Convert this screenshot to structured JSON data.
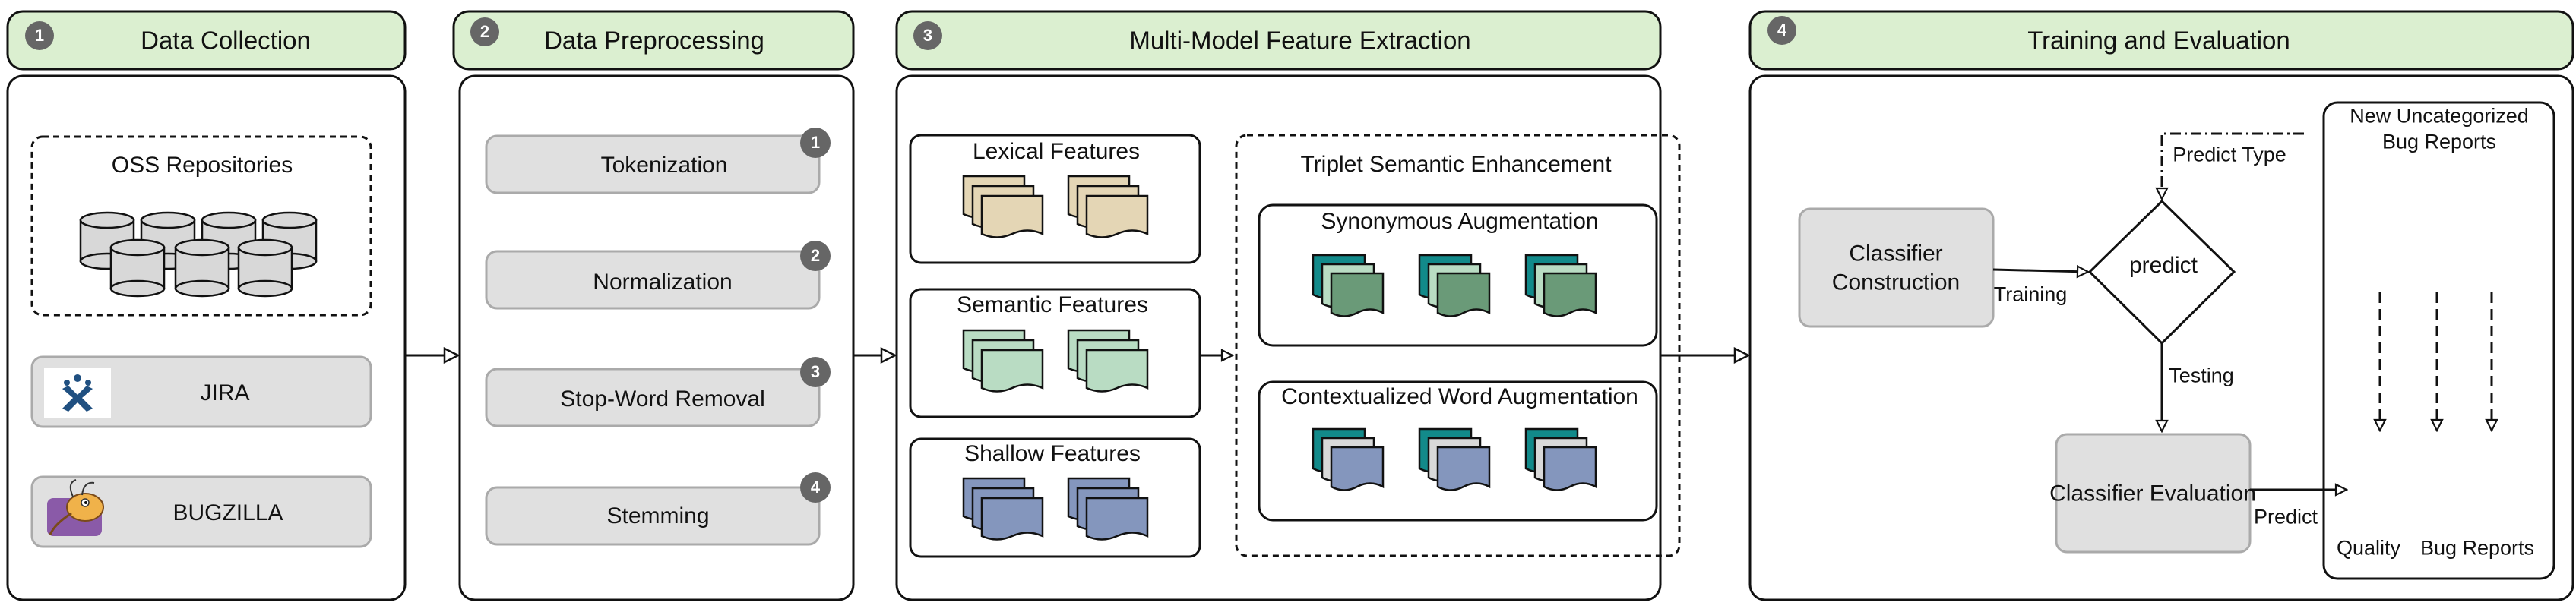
{
  "stages": [
    {
      "number": "1",
      "title": "Data Collection"
    },
    {
      "number": "2",
      "title": "Data Preprocessing"
    },
    {
      "number": "3",
      "title": "Multi-Model Feature Extraction"
    },
    {
      "number": "4",
      "title": "Training and Evaluation"
    }
  ],
  "collection": {
    "repos_label": "OSS Repositories",
    "sources": [
      "JIRA",
      "BUGZILLA"
    ]
  },
  "preprocessing": {
    "steps": [
      {
        "label": "Tokenization",
        "n": "1"
      },
      {
        "label": "Normalization",
        "n": "2"
      },
      {
        "label": "Stop-Word Removal",
        "n": "3"
      },
      {
        "label": "Stemming",
        "n": "4"
      }
    ]
  },
  "features": {
    "groups": [
      "Lexical Features",
      "Semantic Features",
      "Shallow Features"
    ],
    "enhancement_title": "Triplet Semantic Enhancement",
    "augmentations": [
      "Synonymous Augmentation",
      "Contextualized Word Augmentation"
    ]
  },
  "training": {
    "construction": "Classifier Construction",
    "evaluation": "Classifier Evaluation",
    "decision": "predict",
    "edge_training": "Training",
    "edge_testing": "Testing",
    "edge_predict_type": "Predict Type",
    "edge_predict": "Predict",
    "uncategorized": "New Uncategorized Bug Reports",
    "output_quality": "Quality",
    "output_bug_reports": "Bug Reports"
  },
  "colors": {
    "header_fill": "#dbefd0",
    "lexical": "#e4d6b5",
    "semantic": "#b9dcc3",
    "shallow": "#8496bd",
    "teal": "#128a8a",
    "green": "#6a9a78",
    "gray_doc": "#a8a8a8",
    "box_fill": "#e0e0e0"
  }
}
